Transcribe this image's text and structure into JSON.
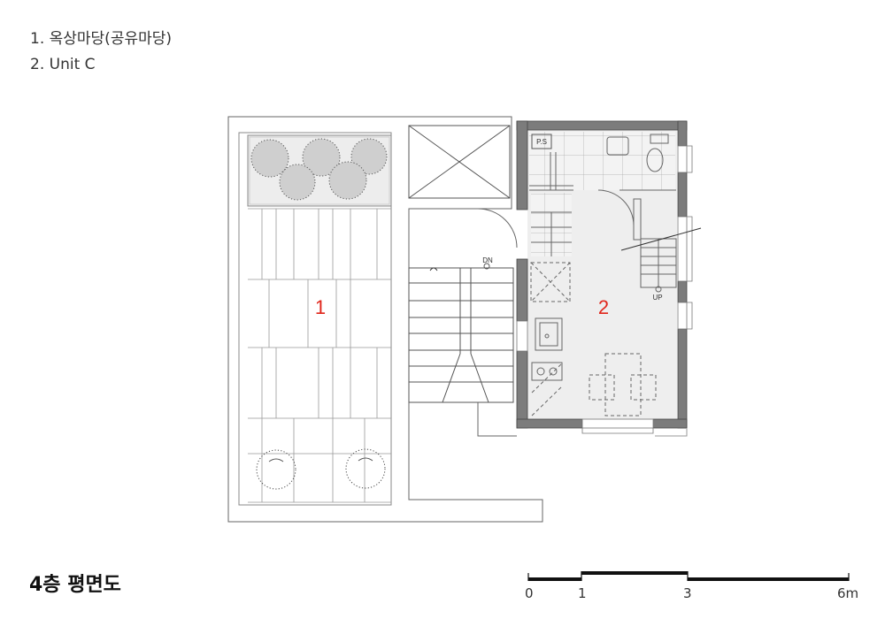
{
  "legend": {
    "item1": "1. 옥상마당(공유마당)",
    "item2": "2. Unit C"
  },
  "plan": {
    "room1_number": "1",
    "room2_number": "2",
    "dn_label": "DN",
    "up_label": "UP",
    "ps_label": "P.S"
  },
  "title": "4층 평면도",
  "scale_bar": {
    "ticks": [
      "0",
      "1",
      "3",
      "6m"
    ]
  },
  "colors": {
    "room_number": "#e0261b",
    "wall_fill": "#7c7c7c",
    "floor_fill": "#eeeeee",
    "line": "#555555"
  }
}
